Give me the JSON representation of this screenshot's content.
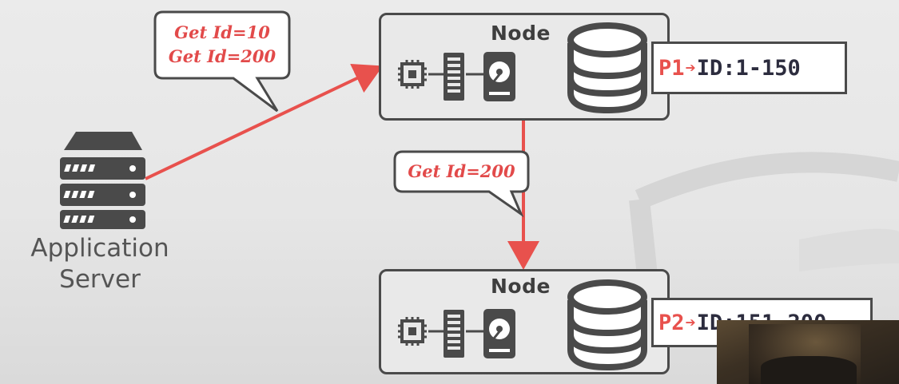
{
  "app_server": {
    "label_line1": "Application",
    "label_line2": "Server",
    "icon": "server-rack-icon"
  },
  "request_bubble": {
    "line1": "Get Id=10",
    "line2": "Get Id=200"
  },
  "forward_bubble": {
    "text": "Get Id=200"
  },
  "nodes": [
    {
      "title": "Node",
      "partition": {
        "name": "P1",
        "arrow": "➔",
        "range": "ID:1-150"
      }
    },
    {
      "title": "Node",
      "partition": {
        "name": "P2",
        "arrow": "➔",
        "range": "ID:151-200"
      }
    }
  ],
  "colors": {
    "accent_red": "#e8514d",
    "dark_gray": "#4a4a4a"
  },
  "icons": [
    "cpu-icon",
    "memory-icon",
    "hard-disk-icon",
    "database-icon"
  ]
}
